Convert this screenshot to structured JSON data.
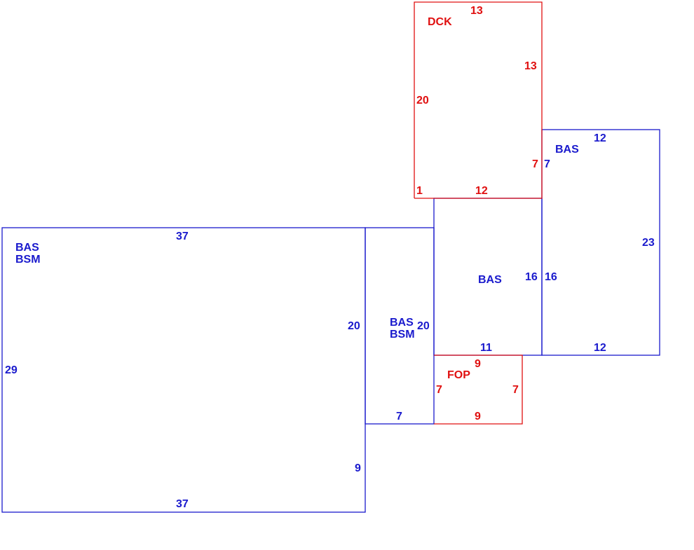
{
  "colors": {
    "living_area": "#1a1acd",
    "exterior_feature": "#e01010"
  },
  "areas": {
    "main_bsm": {
      "code_1": "BAS",
      "code_2": "BSM",
      "top": "37",
      "left": "29",
      "right_upper": "20",
      "right_lower": "9",
      "bottom": "37"
    },
    "connector_bsm": {
      "code_1": "BAS",
      "code_2": "BSM",
      "right": "20",
      "bottom": "7"
    },
    "center_bas": {
      "code": "BAS",
      "right": "16",
      "bottom": "11"
    },
    "east_bas": {
      "code": "BAS",
      "top": "12",
      "left_upper": "7",
      "left_lower": "16",
      "right": "23",
      "bottom": "12"
    },
    "deck": {
      "code": "DCK",
      "top": "13",
      "right_upper": "13",
      "left": "20",
      "right_lower": "7",
      "left_lower": "1",
      "bottom": "12"
    },
    "porch": {
      "code": "FOP",
      "top": "9",
      "left": "7",
      "right": "7",
      "bottom": "9"
    }
  }
}
